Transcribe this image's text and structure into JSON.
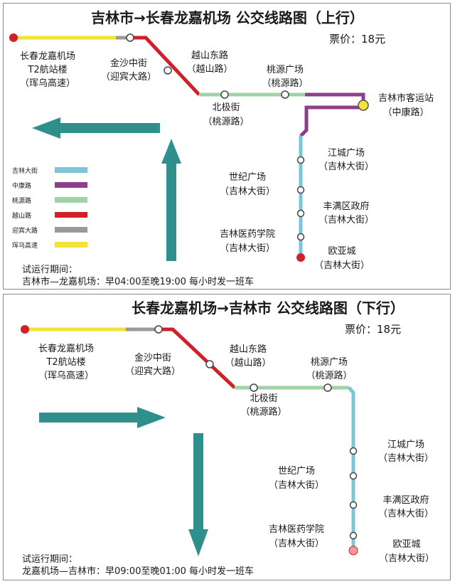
{
  "colors": {
    "jilin_dajie": "#7cc4d6",
    "zhongkang_lu": "#8e3f8c",
    "taoyuan_lu": "#9fd3a6",
    "yueshan_lu": "#d0202a",
    "yingbin_dalu": "#9a9a9a",
    "hunwu_gaosu": "#f2e23a",
    "arrow": "#2f8f8c"
  },
  "up": {
    "title": "吉林市→长春龙嘉机场 公交线路图（上行）",
    "price": "票价：18元",
    "stops": {
      "airport": [
        "长春龙嘉机场",
        "T2航站楼",
        "（珲乌高速）"
      ],
      "jinsha": [
        "金沙中街",
        "（迎宾大路）"
      ],
      "yueshan": [
        "越山东路",
        "（越山路）"
      ],
      "taoyuan_sq": [
        "桃源广场",
        "（桃源路）"
      ],
      "beiji": [
        "北极街",
        "（桃源路）"
      ],
      "station": [
        "吉林市客运站",
        "（中康路）"
      ],
      "jiangcheng": [
        "江城广场",
        "（吉林大街）"
      ],
      "shiji": [
        "世纪广场",
        "（吉林大街）"
      ],
      "fengman": [
        "丰满区政府",
        "（吉林大街）"
      ],
      "yiyao": [
        "吉林医药学院",
        "（吉林大街）"
      ],
      "ouya": [
        "欧亚城",
        "（吉林大街）"
      ]
    },
    "legend": [
      "吉林大街",
      "中康路",
      "桃源路",
      "越山路",
      "迎宾大路",
      "珲乌高速"
    ],
    "schedule_label": "试运行期间：",
    "schedule": "吉林市—龙嘉机场：早04:00至晚19:00   每小时发一班车"
  },
  "down": {
    "title": "长春龙嘉机场→吉林市 公交线路图（下行）",
    "price": "票价：18元",
    "stops": {
      "airport": [
        "长春龙嘉机场",
        "T2航站楼",
        "（珲乌高速）"
      ],
      "jinsha": [
        "金沙中街",
        "（迎宾大路）"
      ],
      "yueshan": [
        "越山东路",
        "（越山路）"
      ],
      "taoyuan_sq": [
        "桃源广场",
        "（桃源路）"
      ],
      "beiji": [
        "北极街",
        "（桃源路）"
      ],
      "jiangcheng": [
        "江城广场",
        "（吉林大街）"
      ],
      "shiji": [
        "世纪广场",
        "（吉林大街）"
      ],
      "fengman": [
        "丰满区政府",
        "（吉林大街）"
      ],
      "yiyao": [
        "吉林医药学院",
        "（吉林大街）"
      ],
      "ouya": [
        "欧亚城",
        "（吉林大街）"
      ]
    },
    "schedule_label": "试运行期间：",
    "schedule": "龙嘉机场—吉林市：早09:00至晚01:00  每小时发一班车"
  }
}
